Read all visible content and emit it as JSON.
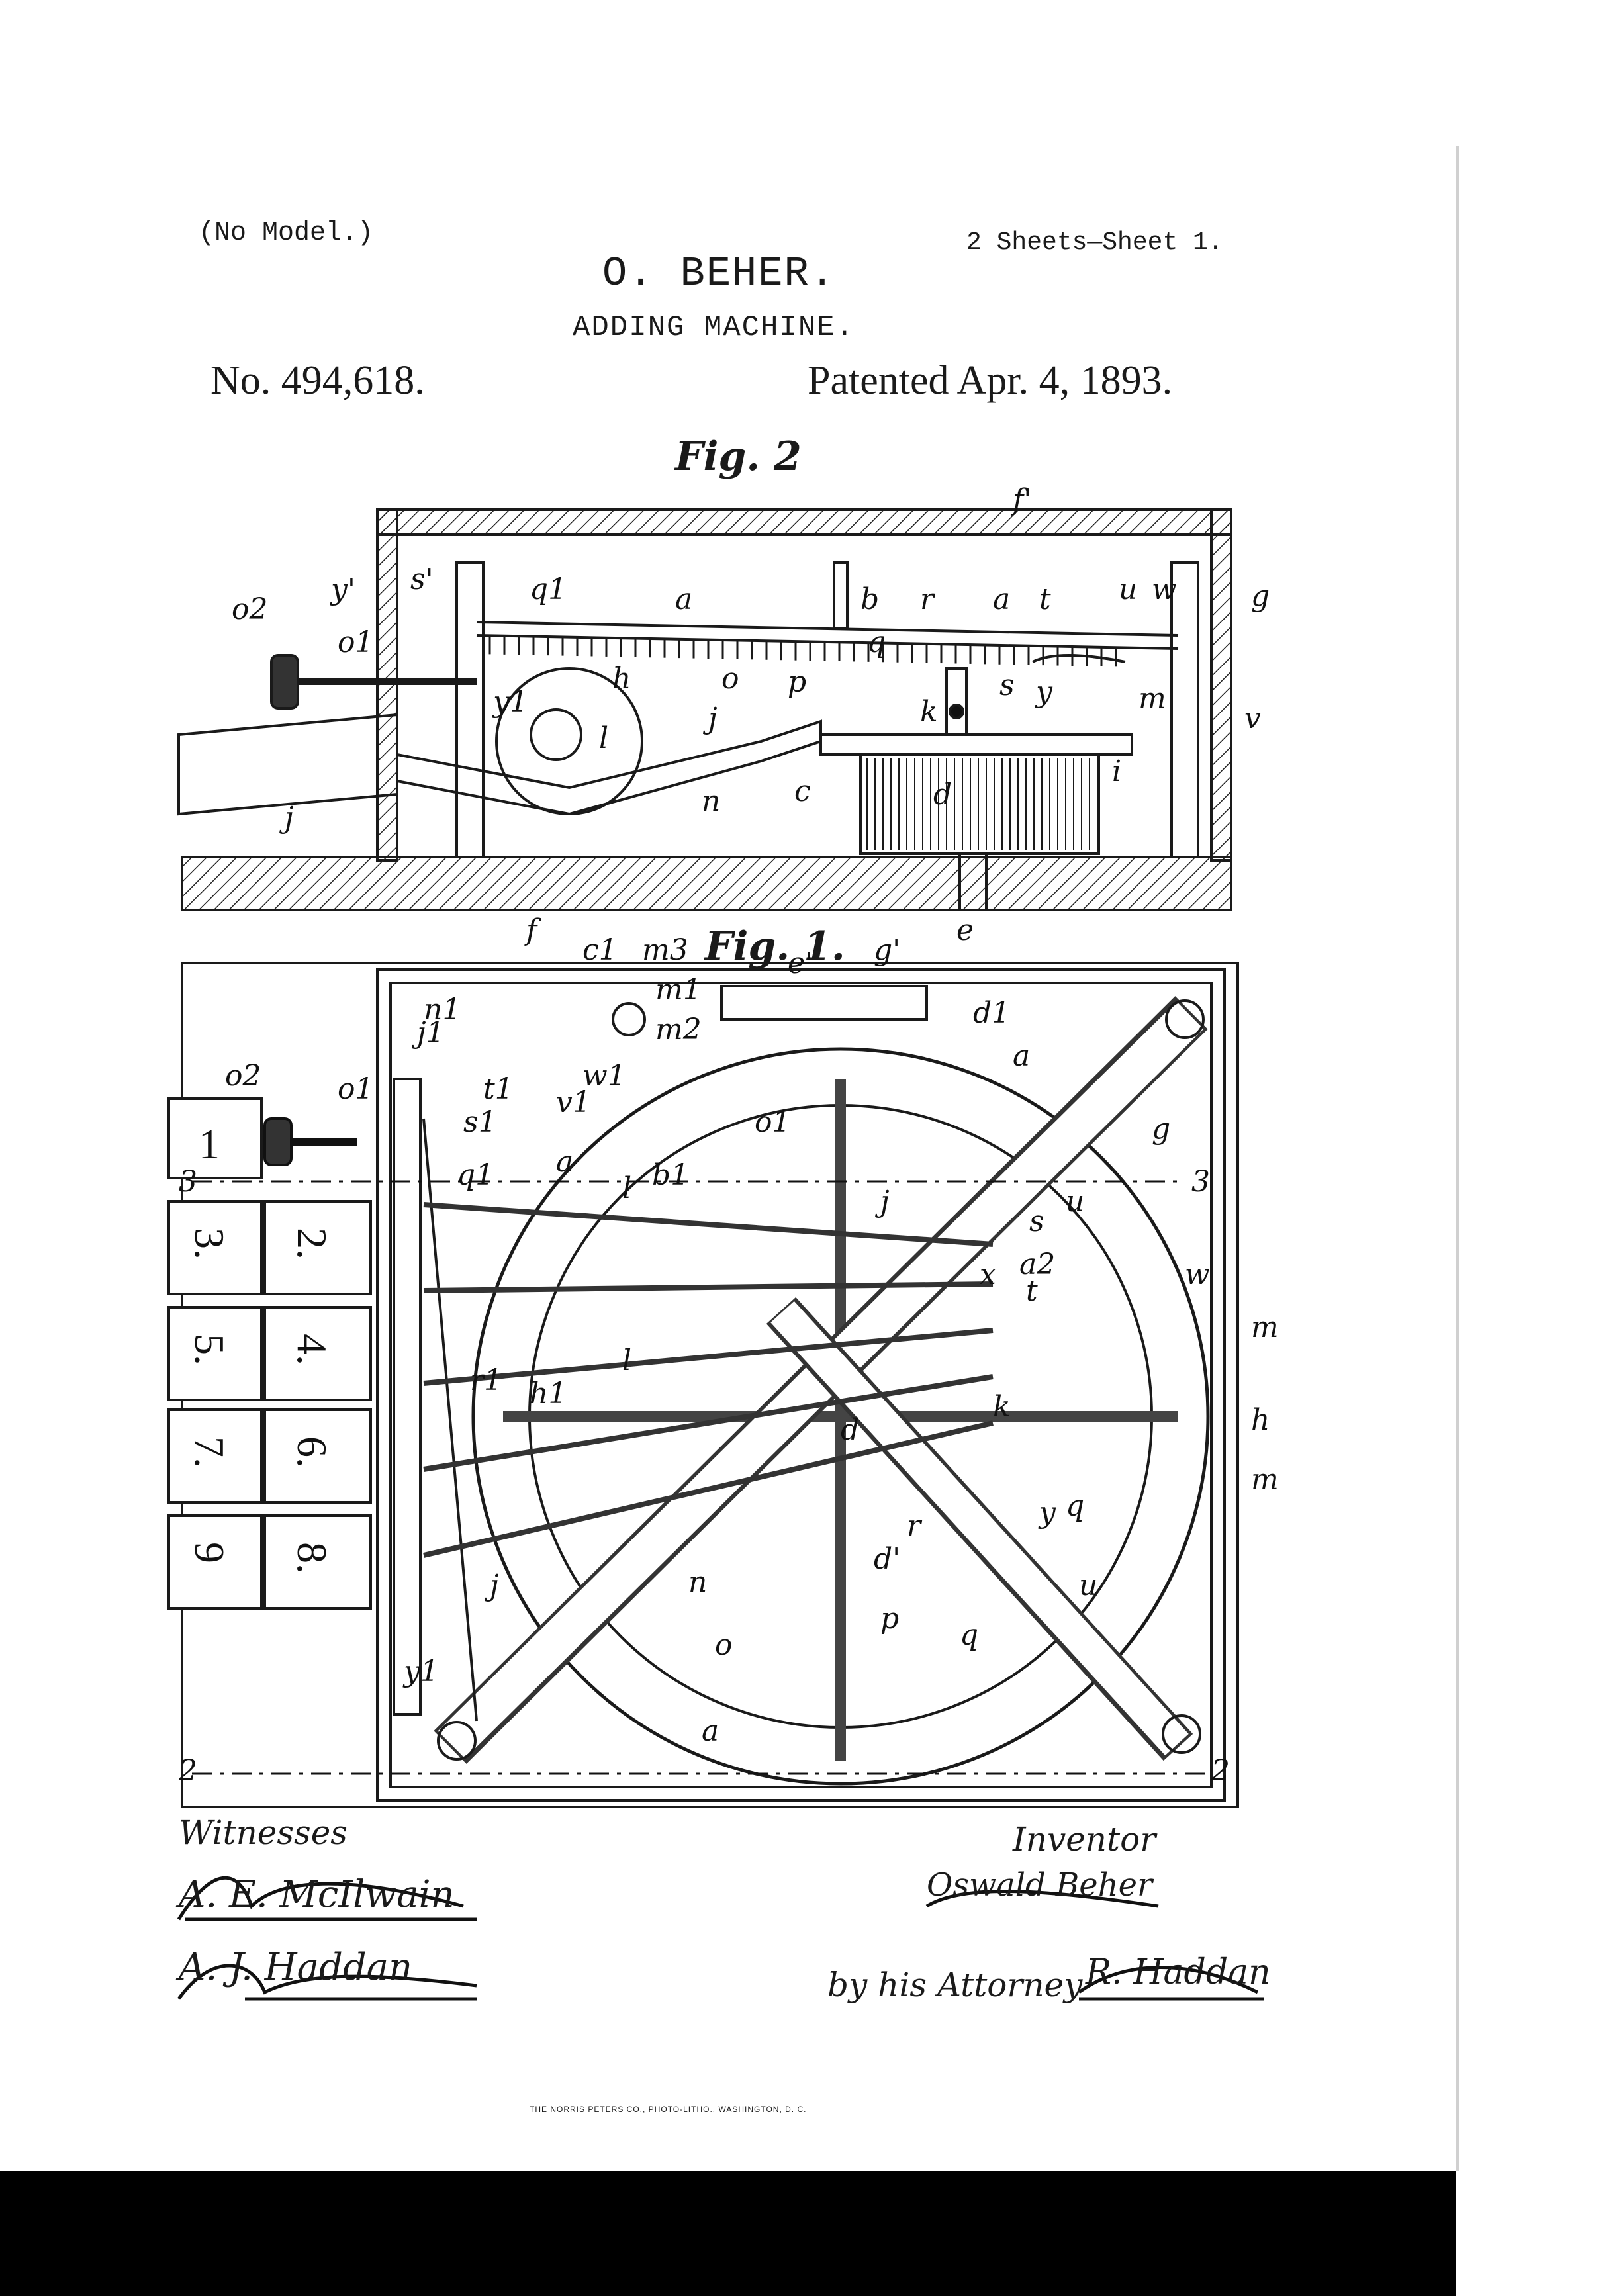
{
  "header": {
    "model_note": "(No Model.)",
    "sheets": "2 Sheets—Sheet 1.",
    "inventor": "O. BEHER.",
    "title": "ADDING MACHINE.",
    "patent_number": "No. 494,618.",
    "patent_date": "Patented Apr. 4, 1893."
  },
  "figures": {
    "fig2": "Fig. 2",
    "fig1": "Fig. 1."
  },
  "fig2_labels": [
    "f'",
    "o2",
    "y'",
    "s'",
    "q1",
    "a",
    "b",
    "r",
    "a",
    "t",
    "u",
    "w",
    "g",
    "o1",
    "h",
    "o",
    "p",
    "q",
    "s",
    "y",
    "k",
    "m",
    "v",
    "y1",
    "l",
    "j",
    "n",
    "c",
    "d",
    "i",
    "j",
    "f",
    "e"
  ],
  "fig1_labels": [
    "c1",
    "m3",
    "e'",
    "g'",
    "n1",
    "m1",
    "m2",
    "d1",
    "j1",
    "a",
    "t1",
    "w1",
    "v1",
    "o2",
    "o1",
    "s1",
    "b1",
    "o1",
    "g",
    "q1",
    "a",
    "l",
    "j",
    "u",
    "s",
    "w",
    "x",
    "a2",
    "t",
    "m",
    "l",
    "h",
    "k",
    "d",
    "h1",
    "r1",
    "m",
    "y",
    "q",
    "r",
    "u",
    "d'",
    "n",
    "o",
    "p",
    "q",
    "j",
    "y1",
    "a",
    "2",
    "2",
    "3",
    "3"
  ],
  "keys": [
    "1",
    "3.",
    "2.",
    "5.",
    "4.",
    "7.",
    "6.",
    "9",
    "8."
  ],
  "signatures": {
    "witnesses_label": "Witnesses",
    "witness1": "A. E. McIlwain",
    "witness2": "A. J. Haddan",
    "inventor_label": "Inventor",
    "inventor_signature": "Oswald Beher",
    "attorney_line": "by his Attorney",
    "attorney_signature": "R. Haddan"
  },
  "footer": {
    "printer": "THE NORRIS PETERS CO., PHOTO-LITHO., WASHINGTON, D. C."
  }
}
